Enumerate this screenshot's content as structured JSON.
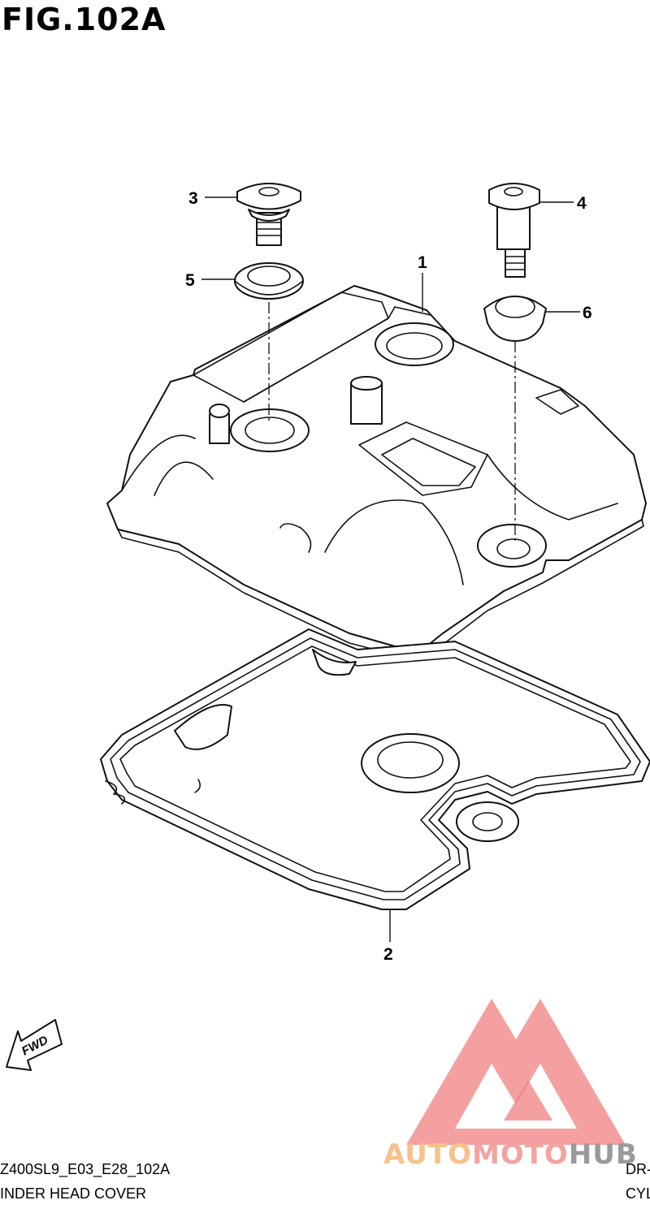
{
  "figure": {
    "title": "FIG.102A"
  },
  "callouts": [
    {
      "id": "callout-1",
      "label": "1"
    },
    {
      "id": "callout-2",
      "label": "2"
    },
    {
      "id": "callout-3",
      "label": "3"
    },
    {
      "id": "callout-4",
      "label": "4"
    },
    {
      "id": "callout-5",
      "label": "5"
    },
    {
      "id": "callout-6",
      "label": "6"
    }
  ],
  "fwd_arrow": {
    "label": "FWD"
  },
  "footer": {
    "code": "Z400SL9_E03_E28_102A",
    "name": "INDER HEAD COVER",
    "right_code": "DR-",
    "right_name": "CYL"
  },
  "watermark": {
    "part1": "AUTO",
    "part2": "MOTO",
    "part3": "HUB",
    "colors": {
      "auto": "#f6c28b",
      "moto": "#f3a3a0",
      "hub": "#9a9a9a",
      "triangle": "#f08080"
    }
  }
}
